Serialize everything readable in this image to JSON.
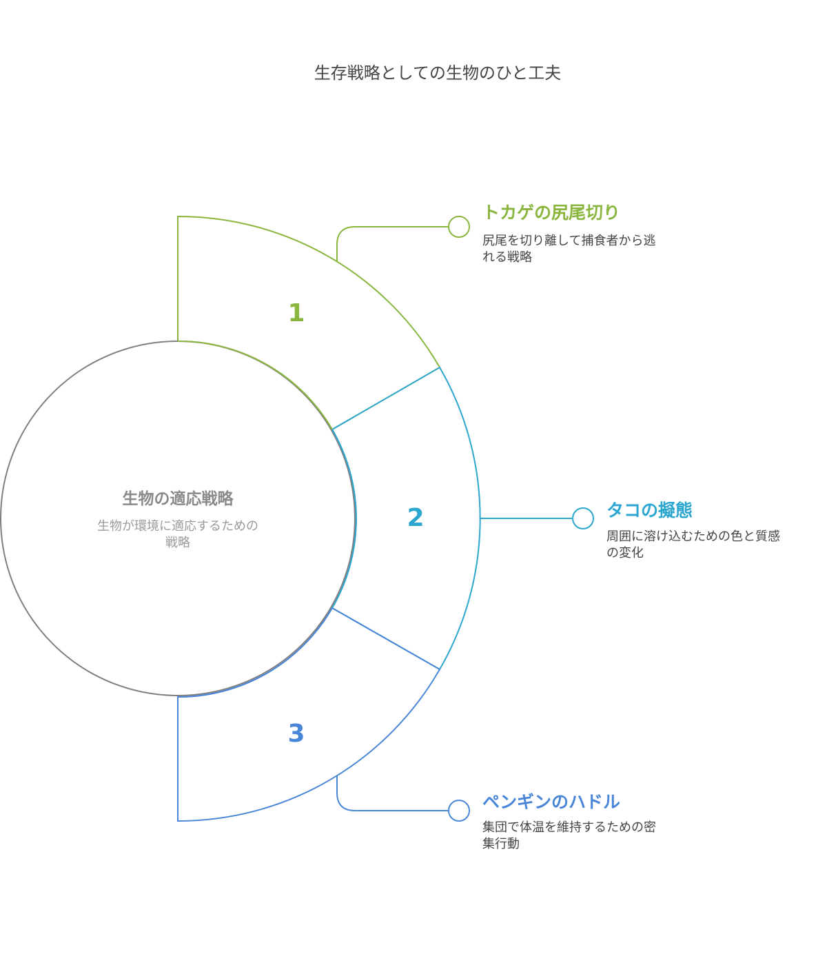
{
  "title": "生存戦略としての生物のひと工夫",
  "center": {
    "title": "生物の適応戦略",
    "description": "生物が環境に適応するための戦略"
  },
  "colors": {
    "item1": "#8ab63f",
    "item2": "#2ba6cf",
    "item3": "#4a86d8",
    "center": "#7f7f7f"
  },
  "items": [
    {
      "number": "1",
      "title": "トカゲの尻尾切り",
      "description": "尻尾を切り離して捕食者から逃れる戦略"
    },
    {
      "number": "2",
      "title": "タコの擬態",
      "description": "周囲に溶け込むための色と質感の変化"
    },
    {
      "number": "3",
      "title": "ペンギンのハドル",
      "description": "集団で体温を維持するための密集行動"
    }
  ]
}
